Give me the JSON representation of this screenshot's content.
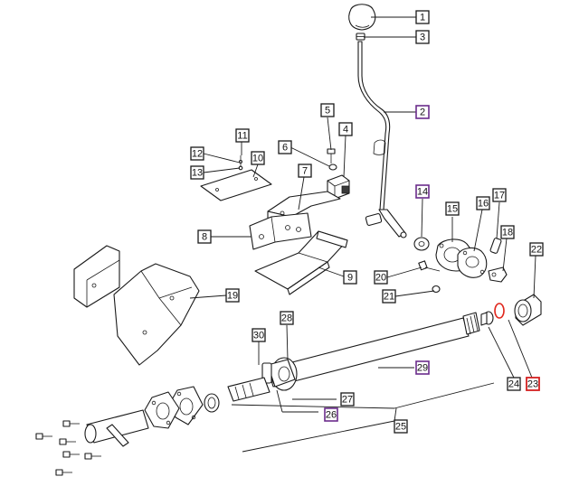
{
  "colors": {
    "line": "#1a1a1a",
    "callout_purple": "#6a2c8c",
    "callout_red": "#d42020",
    "oring": "#e0281e"
  },
  "callouts": [
    {
      "id": "1",
      "style": "normal"
    },
    {
      "id": "2",
      "style": "purple"
    },
    {
      "id": "3",
      "style": "normal"
    },
    {
      "id": "4",
      "style": "normal"
    },
    {
      "id": "5",
      "style": "normal"
    },
    {
      "id": "6",
      "style": "normal"
    },
    {
      "id": "7",
      "style": "normal"
    },
    {
      "id": "8",
      "style": "normal"
    },
    {
      "id": "9",
      "style": "normal"
    },
    {
      "id": "10",
      "style": "normal"
    },
    {
      "id": "11",
      "style": "normal"
    },
    {
      "id": "12",
      "style": "normal"
    },
    {
      "id": "13",
      "style": "normal"
    },
    {
      "id": "14",
      "style": "purple"
    },
    {
      "id": "15",
      "style": "normal"
    },
    {
      "id": "16",
      "style": "normal"
    },
    {
      "id": "17",
      "style": "normal"
    },
    {
      "id": "18",
      "style": "normal"
    },
    {
      "id": "19",
      "style": "normal"
    },
    {
      "id": "20",
      "style": "normal"
    },
    {
      "id": "21",
      "style": "normal"
    },
    {
      "id": "22",
      "style": "normal"
    },
    {
      "id": "23",
      "style": "red"
    },
    {
      "id": "24",
      "style": "normal"
    },
    {
      "id": "25",
      "style": "normal"
    },
    {
      "id": "26",
      "style": "purple"
    },
    {
      "id": "27",
      "style": "normal"
    },
    {
      "id": "28",
      "style": "normal"
    },
    {
      "id": "29",
      "style": "purple"
    },
    {
      "id": "30",
      "style": "normal"
    }
  ]
}
